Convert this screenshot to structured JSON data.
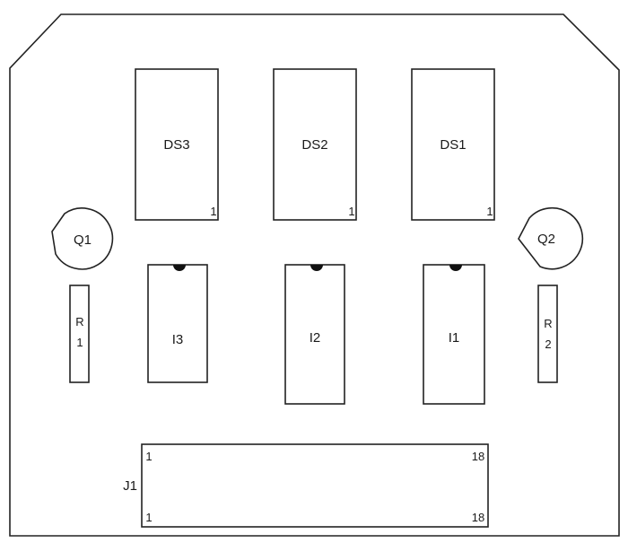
{
  "board": {
    "displays": [
      {
        "ref": "DS3",
        "pin": "1"
      },
      {
        "ref": "DS2",
        "pin": "1"
      },
      {
        "ref": "DS1",
        "pin": "1"
      }
    ],
    "ics": [
      {
        "ref": "I3"
      },
      {
        "ref": "I2"
      },
      {
        "ref": "I1"
      }
    ],
    "transistors": [
      {
        "ref": "Q1"
      },
      {
        "ref": "Q2"
      }
    ],
    "resistors": [
      {
        "ref_letter": "R",
        "ref_num": "1"
      },
      {
        "ref_letter": "R",
        "ref_num": "2"
      }
    ],
    "connector": {
      "ref": "J1",
      "pin_top_left": "1",
      "pin_top_right": "18",
      "pin_bottom_left": "1",
      "pin_bottom_right": "18"
    }
  }
}
